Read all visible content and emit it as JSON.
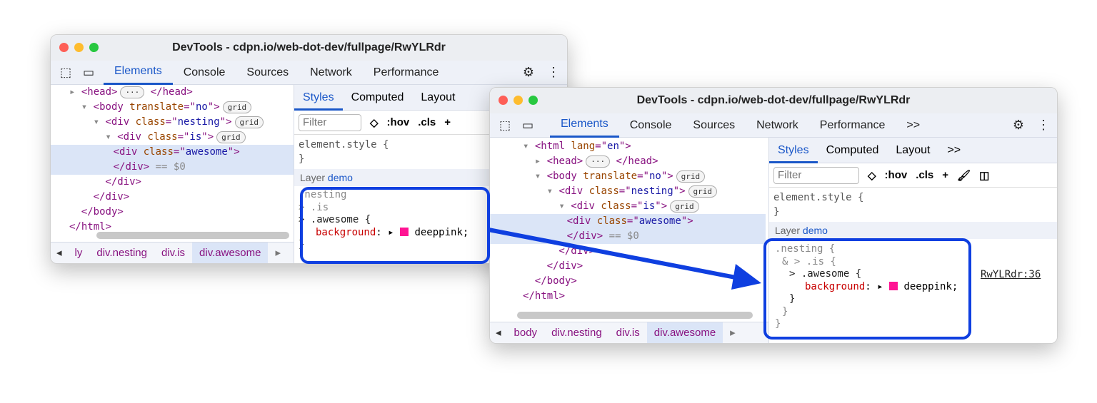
{
  "window_title": "DevTools - cdpn.io/web-dot-dev/fullpage/RwYLRdr",
  "tabs": [
    "Elements",
    "Console",
    "Sources",
    "Network",
    "Performance",
    ">>"
  ],
  "style_tabs": [
    "Styles",
    "Computed",
    "Layout",
    ">>"
  ],
  "filter_placeholder": "Filter",
  "hov": ":hov",
  "cls": ".cls",
  "element_style": "element.style {",
  "close_brace": "}",
  "layer_label": "Layer",
  "layer_name": "demo",
  "source_link": "RwYLRdr:36",
  "prop_name": "background",
  "prop_value": "deeppink;",
  "colors": {
    "accent": "#1a57c8",
    "highlight": "#0f3fe0",
    "swatch": "#ff1493"
  },
  "before": {
    "tree": [
      [
        [
          "▸ ",
          "gray"
        ],
        [
          "<head>",
          "tag"
        ],
        [
          "···",
          "badge"
        ],
        [
          " </head>",
          "tag"
        ]
      ],
      [
        [
          "▾ ",
          "gray"
        ],
        [
          "<body ",
          "tag"
        ],
        [
          "translate",
          "attr"
        ],
        [
          "=\"",
          "tag"
        ],
        [
          "no",
          "val"
        ],
        [
          "\">",
          "tag"
        ],
        [
          "grid",
          "badge"
        ]
      ],
      [
        [
          "▾ ",
          "gray"
        ],
        [
          "<div ",
          "tag"
        ],
        [
          "class",
          "attr"
        ],
        [
          "=\"",
          "tag"
        ],
        [
          "nesting",
          "val"
        ],
        [
          "\">",
          "tag"
        ],
        [
          "grid",
          "badge"
        ]
      ],
      [
        [
          "▾ ",
          "gray"
        ],
        [
          "<div ",
          "tag"
        ],
        [
          "class",
          "attr"
        ],
        [
          "=\"",
          "tag"
        ],
        [
          "is",
          "val"
        ],
        [
          "\">",
          "tag"
        ],
        [
          "grid",
          "badge"
        ]
      ],
      [
        [
          "<div ",
          "tag"
        ],
        [
          "class",
          "attr"
        ],
        [
          "=\"",
          "tag"
        ],
        [
          "awesome",
          "val"
        ],
        [
          "\">",
          "tag"
        ]
      ],
      [
        [
          "</div>",
          "tag"
        ],
        [
          " == $0",
          "gray"
        ]
      ],
      [
        [
          "</div>",
          "tag"
        ]
      ],
      [
        [
          "</div>",
          "tag"
        ]
      ],
      [
        [
          "</body>",
          "tag"
        ]
      ],
      [
        [
          "</html>",
          "tag"
        ]
      ]
    ],
    "breadcrumbs": [
      "ly",
      "div.nesting",
      "div.is",
      "div.awesome"
    ],
    "rule": [
      ".nesting",
      "> .is",
      "> .awesome {"
    ]
  },
  "after": {
    "tree": [
      [
        [
          "▾ ",
          "gray"
        ],
        [
          "<html ",
          "tag"
        ],
        [
          "lang",
          "attr"
        ],
        [
          "=\"",
          "tag"
        ],
        [
          "en",
          "val"
        ],
        [
          "\">",
          "tag"
        ]
      ],
      [
        [
          "▸ ",
          "gray"
        ],
        [
          "<head>",
          "tag"
        ],
        [
          "···",
          "badge"
        ],
        [
          " </head>",
          "tag"
        ]
      ],
      [
        [
          "▾ ",
          "gray"
        ],
        [
          "<body ",
          "tag"
        ],
        [
          "translate",
          "attr"
        ],
        [
          "=\"",
          "tag"
        ],
        [
          "no",
          "val"
        ],
        [
          "\">",
          "tag"
        ],
        [
          "grid",
          "badge"
        ]
      ],
      [
        [
          "▾ ",
          "gray"
        ],
        [
          "<div ",
          "tag"
        ],
        [
          "class",
          "attr"
        ],
        [
          "=\"",
          "tag"
        ],
        [
          "nesting",
          "val"
        ],
        [
          "\">",
          "tag"
        ],
        [
          "grid",
          "badge"
        ]
      ],
      [
        [
          "▾ ",
          "gray"
        ],
        [
          "<div ",
          "tag"
        ],
        [
          "class",
          "attr"
        ],
        [
          "=\"",
          "tag"
        ],
        [
          "is",
          "val"
        ],
        [
          "\">",
          "tag"
        ],
        [
          "grid",
          "badge"
        ]
      ],
      [
        [
          "<div ",
          "tag"
        ],
        [
          "class",
          "attr"
        ],
        [
          "=\"",
          "tag"
        ],
        [
          "awesome",
          "val"
        ],
        [
          "\">",
          "tag"
        ]
      ],
      [
        [
          "</div>",
          "tag"
        ],
        [
          " == $0",
          "gray"
        ]
      ],
      [
        [
          "</div>",
          "tag"
        ]
      ],
      [
        [
          "</div>",
          "tag"
        ]
      ],
      [
        [
          "</body>",
          "tag"
        ]
      ],
      [
        [
          "</html>",
          "tag"
        ]
      ]
    ],
    "breadcrumbs": [
      "body",
      "div.nesting",
      "div.is",
      "div.awesome"
    ],
    "rule": [
      ".nesting {",
      "& > .is {",
      "> .awesome {",
      "}",
      "}",
      "}"
    ]
  }
}
